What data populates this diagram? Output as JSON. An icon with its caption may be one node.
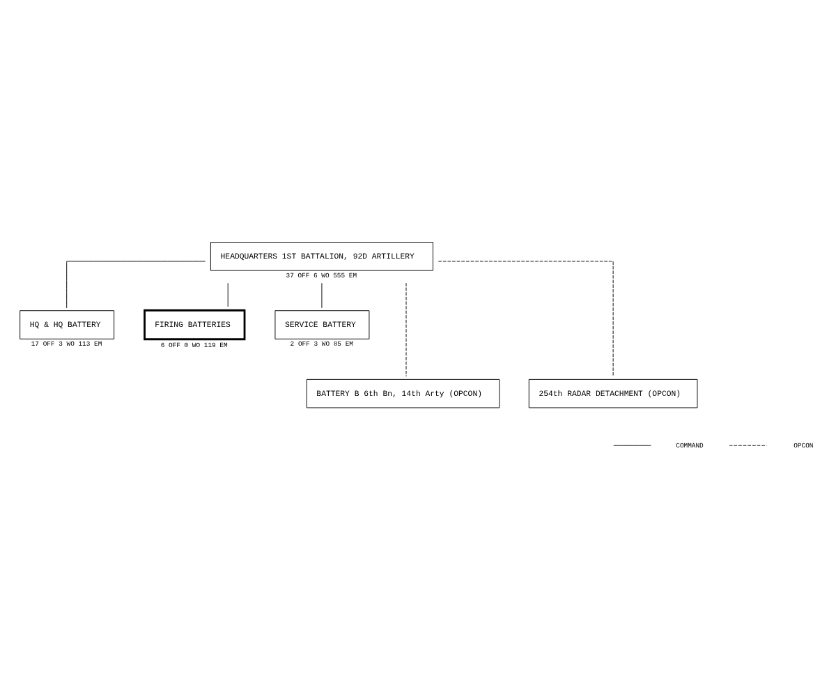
{
  "diagram": {
    "nodes": [
      {
        "text": [
          "HEADQUARTERS 1ST BATTALION, 92D ARTILLERY"
        ],
        "beside": [
          "37 OFF 6 WO 555 EM"
        ]
      },
      {
        "text": [
          "HQ & HQ BATTERY"
        ],
        "beside": [
          "17 OFF 3 WO 113 EM"
        ]
      },
      {
        "text": [
          "FIRING BATTERIES"
        ],
        "beside": [
          "6 OFF 0 WO 119 EM"
        ]
      },
      {
        "text": [
          "SERVICE BATTERY"
        ],
        "beside": [
          "2 OFF 3 WO 85 EM"
        ]
      },
      {
        "text": [
          "BATTERY B 6th Bn, 14th Arty (OPCON)"
        ]
      },
      {
        "text": [
          "254th RADAR DETACHMENT (OPCON)"
        ]
      }
    ],
    "edges": [
      {
        "from": 0,
        "to": 1,
        "arrow": "none"
      },
      {
        "from": 0,
        "to": 2,
        "arrow": "none"
      },
      {
        "from": 0,
        "to": 3,
        "arrow": "none"
      },
      {
        "from": 0,
        "to": 4,
        "arrow": "none",
        "style": "dashed"
      },
      {
        "from": 0,
        "to": 5,
        "arrow": "none",
        "style": "dashed"
      }
    ],
    "legend": [
      {
        "text": "COMMAND"
      },
      {
        "text": "OPCON"
      }
    ]
  }
}
